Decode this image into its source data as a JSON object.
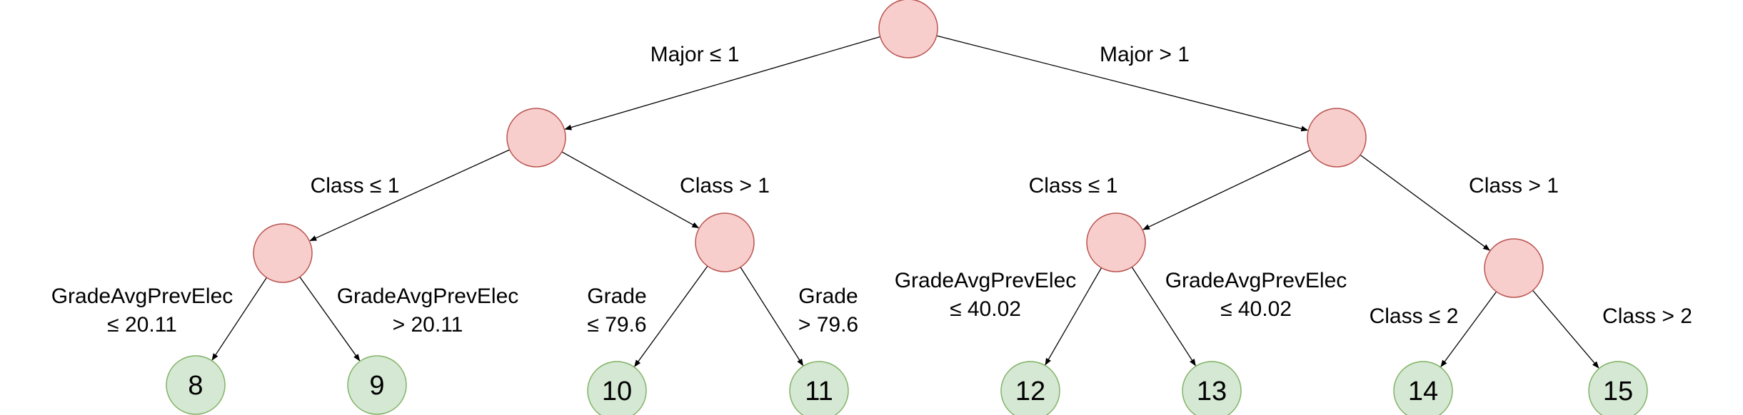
{
  "diagram": {
    "type": "decision-tree",
    "colors": {
      "internal_fill": "#f8cecc",
      "internal_stroke": "#b85450",
      "leaf_fill": "#d5e8d4",
      "leaf_stroke": "#82b366",
      "edge": "#000000"
    },
    "nodes": [
      {
        "id": "root",
        "kind": "internal"
      },
      {
        "id": "n1",
        "kind": "internal"
      },
      {
        "id": "n2",
        "kind": "internal"
      },
      {
        "id": "n1a",
        "kind": "internal"
      },
      {
        "id": "n1b",
        "kind": "internal"
      },
      {
        "id": "n2a",
        "kind": "internal"
      },
      {
        "id": "n2b",
        "kind": "internal"
      },
      {
        "id": "l8",
        "kind": "leaf",
        "label": "8"
      },
      {
        "id": "l9",
        "kind": "leaf",
        "label": "9"
      },
      {
        "id": "l10",
        "kind": "leaf",
        "label": "10"
      },
      {
        "id": "l11",
        "kind": "leaf",
        "label": "11"
      },
      {
        "id": "l12",
        "kind": "leaf",
        "label": "12"
      },
      {
        "id": "l13",
        "kind": "leaf",
        "label": "13"
      },
      {
        "id": "l14",
        "kind": "leaf",
        "label": "14"
      },
      {
        "id": "l15",
        "kind": "leaf",
        "label": "15"
      }
    ],
    "edges": [
      {
        "from": "root",
        "to": "n1",
        "label": [
          "Major ≤ 1"
        ]
      },
      {
        "from": "root",
        "to": "n2",
        "label": [
          "Major > 1"
        ]
      },
      {
        "from": "n1",
        "to": "n1a",
        "label": [
          "Class ≤ 1"
        ]
      },
      {
        "from": "n1",
        "to": "n1b",
        "label": [
          "Class > 1"
        ]
      },
      {
        "from": "n2",
        "to": "n2a",
        "label": [
          "Class ≤ 1"
        ]
      },
      {
        "from": "n2",
        "to": "n2b",
        "label": [
          "Class > 1"
        ]
      },
      {
        "from": "n1a",
        "to": "l8",
        "label": [
          "GradeAvgPrevElec",
          "≤ 20.11"
        ]
      },
      {
        "from": "n1a",
        "to": "l9",
        "label": [
          "GradeAvgPrevElec",
          "> 20.11"
        ]
      },
      {
        "from": "n1b",
        "to": "l10",
        "label": [
          "Grade",
          "≤ 79.6"
        ]
      },
      {
        "from": "n1b",
        "to": "l11",
        "label": [
          "Grade",
          "> 79.6"
        ]
      },
      {
        "from": "n2a",
        "to": "l12",
        "label": [
          "GradeAvgPrevElec",
          "≤ 40.02"
        ]
      },
      {
        "from": "n2a",
        "to": "l13",
        "label": [
          "GradeAvgPrevElec",
          "≤ 40.02"
        ]
      },
      {
        "from": "n2b",
        "to": "l14",
        "label": [
          "Class ≤ 2"
        ]
      },
      {
        "from": "n2b",
        "to": "l15",
        "label": [
          "Class > 2"
        ]
      }
    ]
  }
}
